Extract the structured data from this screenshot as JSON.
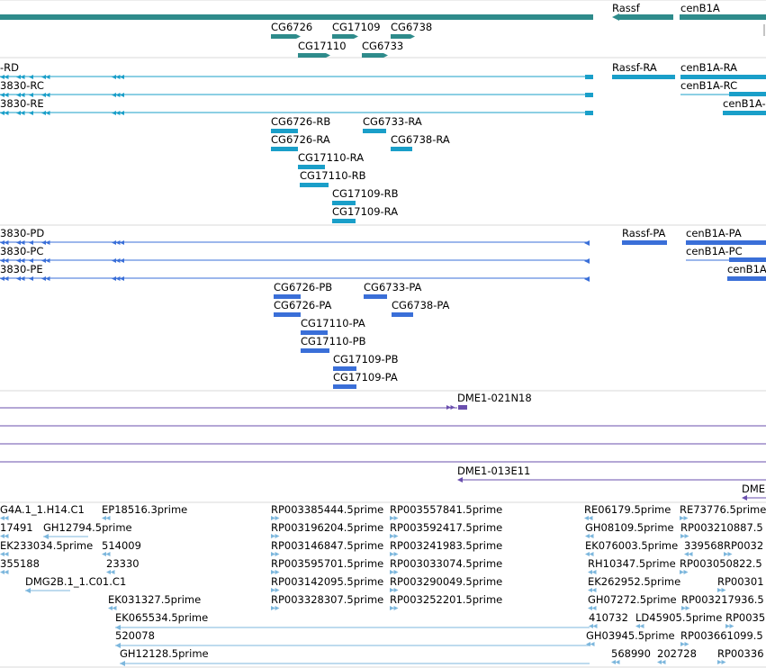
{
  "colors": {
    "gene": "#2e8b8b",
    "transcript": "#1a9fc9",
    "protein": "#3a6fd8",
    "clone": "#6a4fae",
    "est": "#7db7dd",
    "separator": "#d8d8d8"
  },
  "tracks": {
    "gene": {
      "items": [
        {
          "label": "",
          "type": "bar"
        },
        {
          "label": "Rassf",
          "type": "rev"
        },
        {
          "label": "cenB1A",
          "type": "bar"
        },
        {
          "label": "CG6726",
          "type": "fwd"
        },
        {
          "label": "CG17109",
          "type": "fwd"
        },
        {
          "label": "CG6738",
          "type": "fwd"
        },
        {
          "label": "CG17110",
          "type": "fwd"
        },
        {
          "label": "CG6733",
          "type": "fwd"
        }
      ]
    },
    "transcript": {
      "items": [
        {
          "label": "-RD"
        },
        {
          "label": "3830-RC"
        },
        {
          "label": "3830-RE"
        },
        {
          "label": "Rassf-RA"
        },
        {
          "label": "cenB1A-RA"
        },
        {
          "label": "cenB1A-RC"
        },
        {
          "label": "cenB1A-"
        },
        {
          "label": "CG6726-RB"
        },
        {
          "label": "CG6733-RA"
        },
        {
          "label": "CG6726-RA"
        },
        {
          "label": "CG6738-RA"
        },
        {
          "label": "CG17110-RA"
        },
        {
          "label": "CG17110-RB"
        },
        {
          "label": "CG17109-RB"
        },
        {
          "label": "CG17109-RA"
        }
      ]
    },
    "protein": {
      "items": [
        {
          "label": "3830-PD"
        },
        {
          "label": "3830-PC"
        },
        {
          "label": "3830-PE"
        },
        {
          "label": "Rassf-PA"
        },
        {
          "label": "cenB1A-PA"
        },
        {
          "label": "cenB1A-PC"
        },
        {
          "label": "cenB1A"
        },
        {
          "label": "CG6726-PB"
        },
        {
          "label": "CG6733-PA"
        },
        {
          "label": "CG6726-PA"
        },
        {
          "label": "CG6738-PA"
        },
        {
          "label": "CG17110-PA"
        },
        {
          "label": "CG17110-PB"
        },
        {
          "label": "CG17109-PB"
        },
        {
          "label": "CG17109-PA"
        }
      ]
    },
    "clone": {
      "items": [
        {
          "label": "DME1-021N18"
        },
        {
          "label": "DME1-013E11"
        },
        {
          "label": "DME"
        }
      ]
    },
    "est": {
      "items": [
        {
          "label": "G4A.1_1.H14.C1"
        },
        {
          "label": "EP18516.3prime"
        },
        {
          "label": "RP003385444.5prime"
        },
        {
          "label": "RP003557841.5prime"
        },
        {
          "label": "RE06179.5prime"
        },
        {
          "label": "RE73776.5prime"
        },
        {
          "label": "17491"
        },
        {
          "label": "GH12794.5prime"
        },
        {
          "label": "RP003196204.5prime"
        },
        {
          "label": "RP003592417.5prime"
        },
        {
          "label": "GH08109.5prime"
        },
        {
          "label": "RP003210887.5"
        },
        {
          "label": "EK233034.5prime"
        },
        {
          "label": "514009"
        },
        {
          "label": "RP003146847.5prime"
        },
        {
          "label": "RP003241983.5prime"
        },
        {
          "label": "EK076003.5prime"
        },
        {
          "label": "339568"
        },
        {
          "label": "RP0032"
        },
        {
          "label": "355188"
        },
        {
          "label": "23330"
        },
        {
          "label": "RP003595701.5prime"
        },
        {
          "label": "RP003033074.5prime"
        },
        {
          "label": "RH10347.5prime"
        },
        {
          "label": "RP003050822.5"
        },
        {
          "label": "DMG2B.1_1.C01.C1"
        },
        {
          "label": "RP003142095.5prime"
        },
        {
          "label": "RP003290049.5prime"
        },
        {
          "label": "EK262952.5prime"
        },
        {
          "label": "RP00301"
        },
        {
          "label": "EK031327.5prime"
        },
        {
          "label": "RP003328307.5prime"
        },
        {
          "label": "RP003252201.5prime"
        },
        {
          "label": "GH07272.5prime"
        },
        {
          "label": "RP003217936.5"
        },
        {
          "label": "EK065534.5prime"
        },
        {
          "label": "410732"
        },
        {
          "label": "LD45905.5prime"
        },
        {
          "label": "RP0035"
        },
        {
          "label": "520078"
        },
        {
          "label": "GH03945.5prime"
        },
        {
          "label": "RP003661099.5"
        },
        {
          "label": "GH12128.5prime"
        },
        {
          "label": "568990"
        },
        {
          "label": "202728"
        },
        {
          "label": "RP00336"
        }
      ]
    }
  }
}
